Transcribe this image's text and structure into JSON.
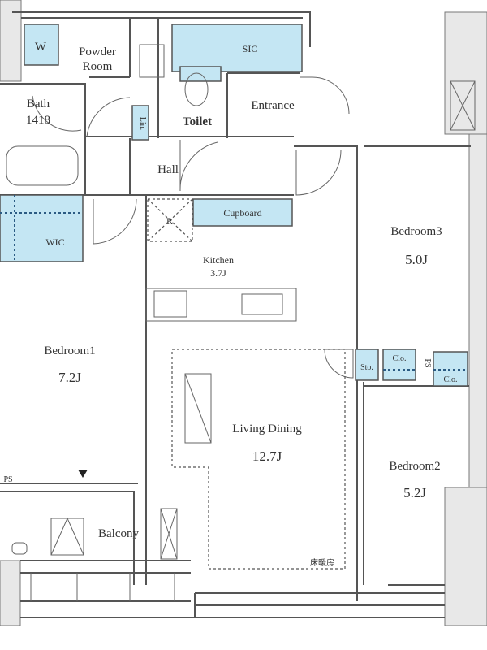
{
  "rooms": {
    "w": "W",
    "powder_line1": "Powder",
    "powder_line2": "Room",
    "bath_line1": "Bath",
    "bath_line2": "1418",
    "linen": "Lin.",
    "toilet": "Toilet",
    "sic": "SIC",
    "entrance": "Entrance",
    "hall": "Hall",
    "refrigerator": "R",
    "cupboard": "Cupboard",
    "wic": "WIC",
    "kitchen": "Kitchen",
    "kitchen_size": "3.7J",
    "bedroom1": "Bedroom1",
    "bedroom1_size": "7.2J",
    "bedroom3": "Bedroom3",
    "bedroom3_size": "5.0J",
    "storage": "Sto.",
    "closet_a": "Clo.",
    "closet_b": "Clo.",
    "ps_right": "PS",
    "ps_left": "PS",
    "living": "Living Dining",
    "living_size": "12.7J",
    "bedroom2": "Bedroom2",
    "bedroom2_size": "5.2J",
    "balcony": "Balcony",
    "floor_heating": "床暖房"
  },
  "colors": {
    "storage_fill": "#c4e6f3",
    "wall": "#555555"
  }
}
